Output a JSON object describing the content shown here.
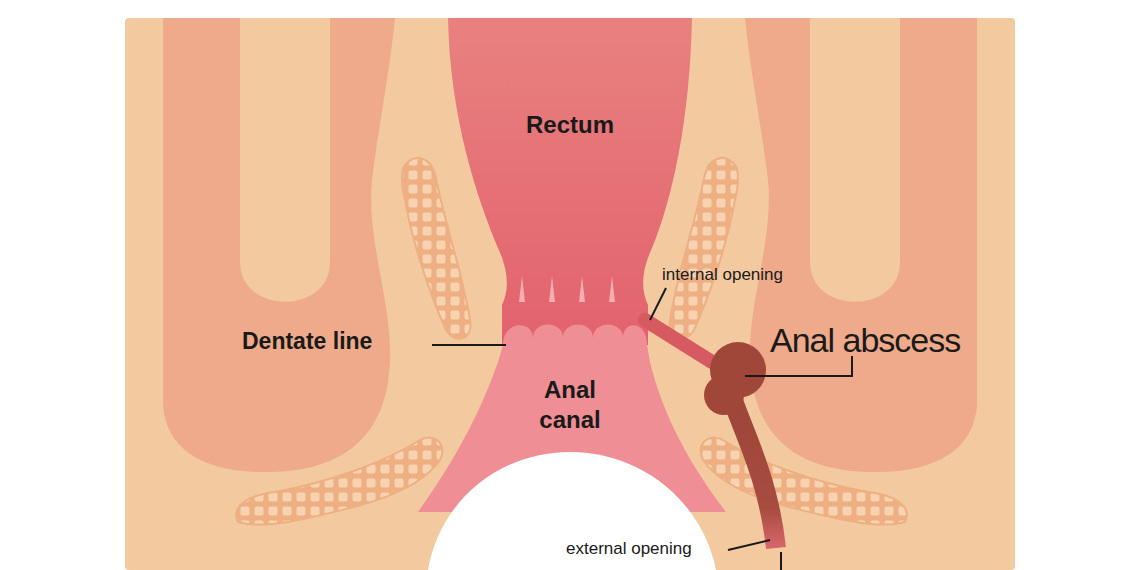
{
  "diagram": {
    "labels": [
      "Rectum",
      "internal opening",
      "Dentate line",
      "Anal abscess",
      "Anal canal",
      "external opening"
    ]
  }
}
